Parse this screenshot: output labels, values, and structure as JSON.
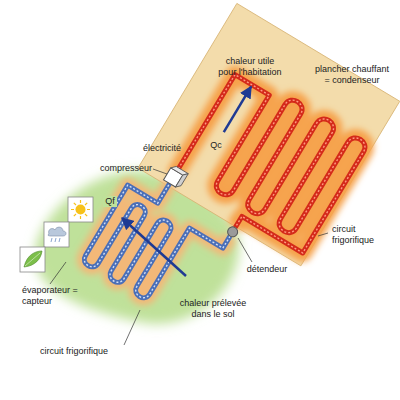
{
  "diagram": {
    "labels": [
      "chaleur utile pour l'habitation",
      "plancher chauffant = condenseur",
      "électricité",
      "compresseur",
      "Qc",
      "circuit frigorifique",
      "Qf",
      "détendeur",
      "évaporateur = capteur",
      "chaleur prélevée dans le sol",
      "circuit frigorifique"
    ]
  }
}
